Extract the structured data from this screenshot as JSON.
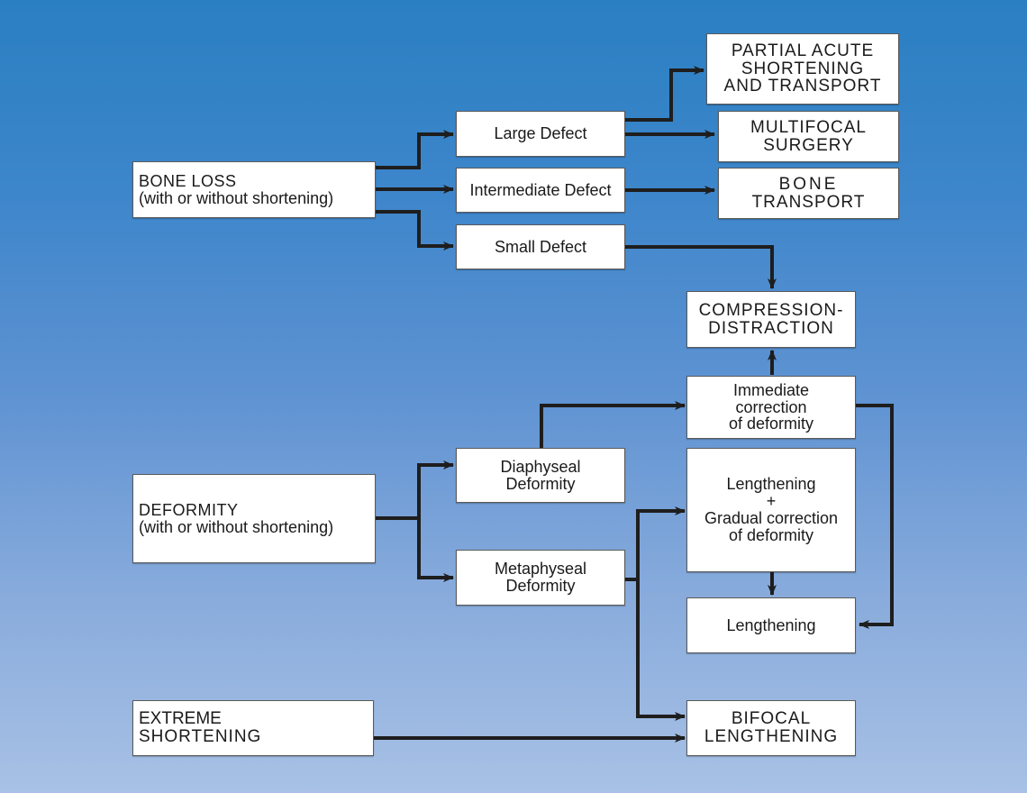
{
  "diagram": {
    "nodes": {
      "bone_loss": [
        "BONE LOSS",
        "(with or without shortening)"
      ],
      "large_defect": [
        "Large Defect"
      ],
      "intermediate_defect": [
        "Intermediate Defect"
      ],
      "small_defect": [
        "Small Defect"
      ],
      "partial_acute": [
        "PARTIAL ACUTE",
        "SHORTENING",
        "AND TRANSPORT"
      ],
      "multifocal": [
        "MULTIFOCAL",
        "SURGERY"
      ],
      "bone_transport": [
        "BONE",
        "TRANSPORT"
      ],
      "compression": [
        "COMPRESSION-",
        "DISTRACTION"
      ],
      "immediate": [
        "Immediate",
        "correction",
        "of deformity"
      ],
      "lengthening_gradual": [
        "Lengthening",
        "+",
        "Gradual correction",
        "of deformity"
      ],
      "lengthening": [
        "Lengthening"
      ],
      "deformity": [
        "DEFORMITY",
        "(with or without shortening)"
      ],
      "diaphyseal": [
        "Diaphyseal",
        "Deformity"
      ],
      "metaphyseal": [
        "Metaphyseal",
        "Deformity"
      ],
      "extreme": [
        "EXTREME",
        "SHORTENING"
      ],
      "bifocal": [
        "BIFOCAL",
        "LENGTHENING"
      ]
    },
    "edges": [
      [
        "bone_loss",
        "large_defect"
      ],
      [
        "bone_loss",
        "intermediate_defect"
      ],
      [
        "bone_loss",
        "small_defect"
      ],
      [
        "large_defect",
        "partial_acute"
      ],
      [
        "large_defect",
        "multifocal"
      ],
      [
        "intermediate_defect",
        "bone_transport"
      ],
      [
        "small_defect",
        "compression"
      ],
      [
        "immediate",
        "compression"
      ],
      [
        "immediate",
        "lengthening"
      ],
      [
        "lengthening_gradual",
        "lengthening"
      ],
      [
        "deformity",
        "diaphyseal"
      ],
      [
        "deformity",
        "metaphyseal"
      ],
      [
        "diaphyseal",
        "immediate"
      ],
      [
        "metaphyseal",
        "lengthening_gradual"
      ],
      [
        "metaphyseal",
        "bifocal"
      ],
      [
        "extreme",
        "bifocal"
      ]
    ],
    "colors": {
      "line": "#1e1e1e",
      "box_fill": "#ffffff",
      "box_border": "#5a5a5a"
    }
  }
}
